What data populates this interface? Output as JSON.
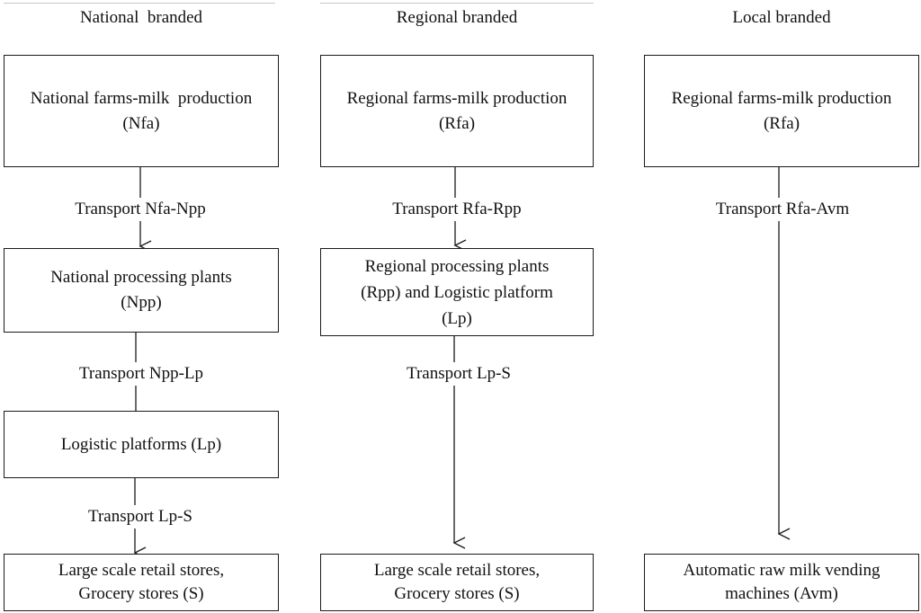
{
  "columns": [
    {
      "header": "National  branded",
      "boxes": [
        {
          "lines": [
            "National farms-milk  production",
            "(Nfa)"
          ]
        },
        {
          "lines": [
            "National processing plants",
            "(Npp)"
          ]
        },
        {
          "lines": [
            "Logistic platforms (Lp)"
          ]
        },
        {
          "lines": [
            "Large scale retail stores,",
            "Grocery stores (S)"
          ]
        }
      ],
      "transports": [
        "Transport Nfa-Npp",
        "Transport Npp-Lp",
        "Transport Lp-S"
      ]
    },
    {
      "header": "Regional branded",
      "boxes": [
        {
          "lines": [
            "Regional farms-milk production",
            "(Rfa)"
          ]
        },
        {
          "lines": [
            "Regional processing plants",
            "(Rpp) and Logistic platform",
            "(Lp)"
          ]
        },
        {
          "lines": [
            "Large scale retail stores,",
            "Grocery stores (S)"
          ]
        }
      ],
      "transports": [
        "Transport Rfa-Rpp",
        "Transport Lp-S"
      ]
    },
    {
      "header": "Local branded",
      "boxes": [
        {
          "lines": [
            "Regional farms-milk production",
            "(Rfa)"
          ]
        },
        {
          "lines": [
            "Automatic raw milk vending",
            "machines (Avm)"
          ]
        }
      ],
      "transports": [
        "Transport Rfa-Avm"
      ]
    }
  ]
}
